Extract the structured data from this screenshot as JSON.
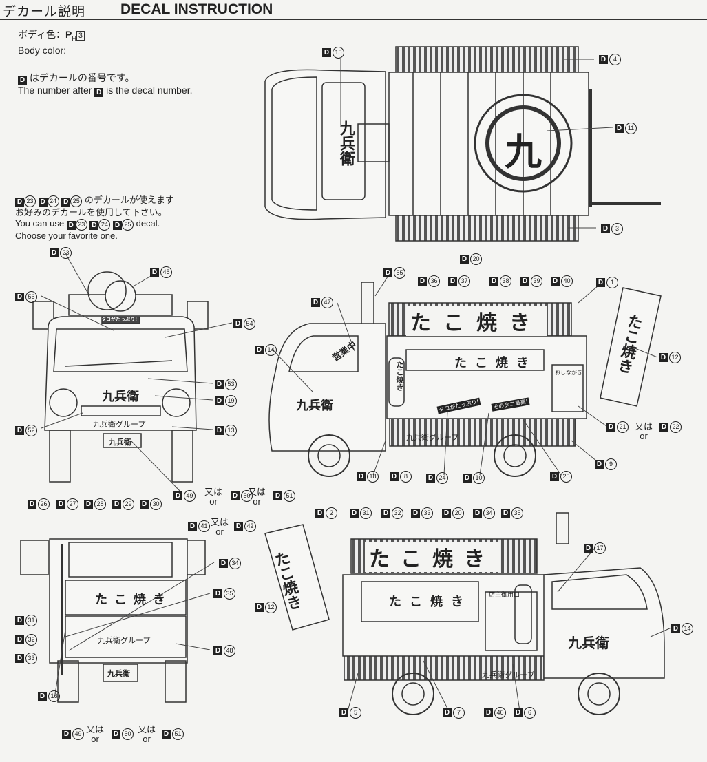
{
  "header": {
    "title_jp": "デカール説明",
    "title_en": "DECAL INSTRUCTION"
  },
  "body_color": {
    "jp": "ボディ色：",
    "ref_prefix": "P",
    "ref_sub": "H",
    "ref_num": "3",
    "en": "Body color:"
  },
  "decal_note": {
    "jp": "はデカールの番号です。",
    "en_before": "The number after",
    "en_after": "is the decal number."
  },
  "choice_note": {
    "jp_line1": "のデカールが使えます",
    "jp_line2": "お好みのデカールを使用して下さい。",
    "en_prefix": "You can use",
    "en_suffix": "decal.",
    "en_line2": "Choose your favorite one.",
    "decals": [
      "23",
      "24",
      "25"
    ]
  },
  "decal_letter": "D",
  "or_jp": "又は",
  "or_en": "or",
  "artwork": {
    "takoyaki": "たこ焼き",
    "tako": "たこ",
    "yaki": "焼き",
    "kyubei": "九兵衛",
    "kyu": "九",
    "group": "九兵衛グループ",
    "eigyo": "営業中",
    "sticker1": "タコがたっぷり!",
    "sticker2": "そのタコ最高!",
    "oshinagaki": "おしながき",
    "tenshu": "店主御用口"
  },
  "labels": [
    {
      "id": "d15",
      "num": "15"
    },
    {
      "id": "d4",
      "num": "4"
    },
    {
      "id": "d11",
      "num": "11"
    },
    {
      "id": "d3",
      "num": "3"
    },
    {
      "id": "d23",
      "num": "23"
    },
    {
      "id": "d45",
      "num": "45"
    },
    {
      "id": "d56",
      "num": "56"
    },
    {
      "id": "d54",
      "num": "54"
    },
    {
      "id": "d53",
      "num": "53"
    },
    {
      "id": "d19",
      "num": "19"
    },
    {
      "id": "d52",
      "num": "52"
    },
    {
      "id": "d13",
      "num": "13"
    },
    {
      "id": "d49a",
      "num": "49"
    },
    {
      "id": "d50a",
      "num": "50"
    },
    {
      "id": "d51a",
      "num": "51"
    },
    {
      "id": "d55",
      "num": "55"
    },
    {
      "id": "d47",
      "num": "47"
    },
    {
      "id": "d20a",
      "num": "20"
    },
    {
      "id": "d36",
      "num": "36"
    },
    {
      "id": "d37",
      "num": "37"
    },
    {
      "id": "d38",
      "num": "38"
    },
    {
      "id": "d39",
      "num": "39"
    },
    {
      "id": "d40",
      "num": "40"
    },
    {
      "id": "d1",
      "num": "1"
    },
    {
      "id": "d14a",
      "num": "14"
    },
    {
      "id": "d12a",
      "num": "12"
    },
    {
      "id": "d21",
      "num": "21"
    },
    {
      "id": "d22",
      "num": "22"
    },
    {
      "id": "d9",
      "num": "9"
    },
    {
      "id": "d18",
      "num": "18"
    },
    {
      "id": "d8",
      "num": "8"
    },
    {
      "id": "d24",
      "num": "24"
    },
    {
      "id": "d10",
      "num": "10"
    },
    {
      "id": "d25",
      "num": "25"
    },
    {
      "id": "d26",
      "num": "26"
    },
    {
      "id": "d27",
      "num": "27"
    },
    {
      "id": "d28",
      "num": "28"
    },
    {
      "id": "d29",
      "num": "29"
    },
    {
      "id": "d30",
      "num": "30"
    },
    {
      "id": "d41",
      "num": "41"
    },
    {
      "id": "d42",
      "num": "42"
    },
    {
      "id": "d34a",
      "num": "34"
    },
    {
      "id": "d35a",
      "num": "35"
    },
    {
      "id": "d31a",
      "num": "31"
    },
    {
      "id": "d32a",
      "num": "32"
    },
    {
      "id": "d33a",
      "num": "33"
    },
    {
      "id": "d16",
      "num": "16"
    },
    {
      "id": "d48",
      "num": "48"
    },
    {
      "id": "d49b",
      "num": "49"
    },
    {
      "id": "d50b",
      "num": "50"
    },
    {
      "id": "d51b",
      "num": "51"
    },
    {
      "id": "d2",
      "num": "2"
    },
    {
      "id": "d31b",
      "num": "31"
    },
    {
      "id": "d32b",
      "num": "32"
    },
    {
      "id": "d33b",
      "num": "33"
    },
    {
      "id": "d20b",
      "num": "20"
    },
    {
      "id": "d34b",
      "num": "34"
    },
    {
      "id": "d35b",
      "num": "35"
    },
    {
      "id": "d17",
      "num": "17"
    },
    {
      "id": "d12b",
      "num": "12"
    },
    {
      "id": "d14b",
      "num": "14"
    },
    {
      "id": "d5",
      "num": "5"
    },
    {
      "id": "d7",
      "num": "7"
    },
    {
      "id": "d46",
      "num": "46"
    },
    {
      "id": "d6",
      "num": "6"
    }
  ]
}
